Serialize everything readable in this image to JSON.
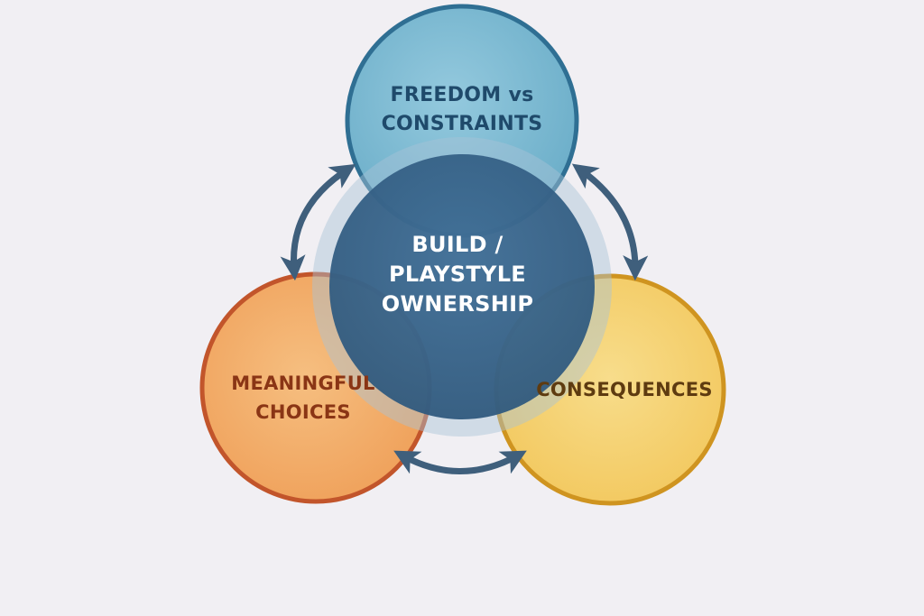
{
  "diagram": {
    "top": {
      "line1": "FREEDOM vs",
      "line2": "CONSTRAINTS",
      "fill": "#5ea7c4",
      "stroke": "#2f6f93",
      "text_color": "#1f4a6b"
    },
    "center": {
      "line1": "BUILD /",
      "line2": "PLAYSTYLE",
      "line3": "OWNERSHIP",
      "fill": "#2f587c",
      "text_color": "#ffffff"
    },
    "left": {
      "line1": "MEANINGFUL",
      "line2": "CHOICES",
      "fill": "#ef9a4f",
      "stroke": "#c2552b",
      "text_color": "#8a3515"
    },
    "right": {
      "line1": "CONSEQUENCES",
      "fill": "#f2c452",
      "stroke": "#cf9420",
      "text_color": "#5e3b10"
    },
    "arrow_color": "#3f5f7c"
  }
}
